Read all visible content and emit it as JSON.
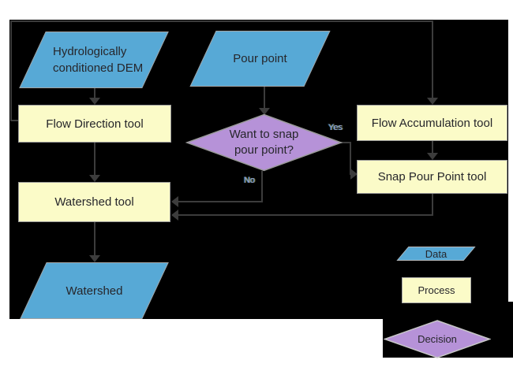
{
  "diagram": {
    "type": "flowchart",
    "nodes": {
      "dem": {
        "label": "Hydrologically conditioned DEM",
        "shape": "data"
      },
      "pour_point": {
        "label": "Pour point",
        "shape": "data"
      },
      "flow_direction": {
        "label": "Flow Direction tool",
        "shape": "process"
      },
      "flow_accumulation": {
        "label": "Flow Accumulation tool",
        "shape": "process"
      },
      "snap_pour_point": {
        "label": "Snap Pour Point tool",
        "shape": "process"
      },
      "snap_decision": {
        "label": "Want to snap pour point?",
        "shape": "decision"
      },
      "watershed_tool": {
        "label": "Watershed tool",
        "shape": "process"
      },
      "watershed": {
        "label": "Watershed",
        "shape": "data"
      }
    },
    "edges": [
      {
        "from": "dem",
        "to": "flow_direction",
        "label": ""
      },
      {
        "from": "pour_point",
        "to": "snap_decision",
        "label": ""
      },
      {
        "from": "flow_direction",
        "to": "flow_accumulation",
        "label": ""
      },
      {
        "from": "flow_direction",
        "to": "watershed_tool",
        "label": ""
      },
      {
        "from": "flow_accumulation",
        "to": "snap_pour_point",
        "label": ""
      },
      {
        "from": "snap_decision",
        "to": "snap_pour_point",
        "label": "Yes"
      },
      {
        "from": "snap_decision",
        "to": "watershed_tool",
        "label": "No"
      },
      {
        "from": "snap_pour_point",
        "to": "watershed_tool",
        "label": ""
      },
      {
        "from": "watershed_tool",
        "to": "watershed",
        "label": ""
      }
    ],
    "branch_labels": {
      "yes": "Yes",
      "no": "No"
    },
    "legend": {
      "data": {
        "label": "Data"
      },
      "process": {
        "label": "Process"
      },
      "decision": {
        "label": "Decision"
      }
    },
    "colors": {
      "canvas_background": "#000000",
      "page_background": "#ffffff",
      "data_fill": "#57a9d6",
      "process_fill": "#fbfbc8",
      "decision_fill": "#b692d8",
      "shape_border": "#a3a3a3",
      "connector": "#3c3c3c",
      "node_text": "#26262b"
    }
  }
}
